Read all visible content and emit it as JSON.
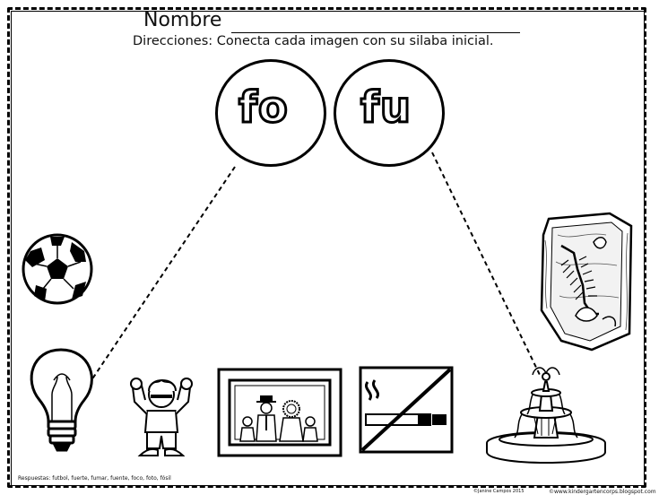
{
  "worksheet": {
    "name_label": "Nombre",
    "directions": "Direcciones: Conecta cada imagen con su silaba inicial.",
    "syllables": [
      "fo",
      "fu"
    ],
    "answers_note": "Respuestas: futbol, fuerte, fumar, fuente, foco, foto, fósil",
    "copyright": "©Janine Campos 2015",
    "blog": "©www.kindergartencorps.blogspot.com"
  },
  "icons": [
    "soccer-ball-icon",
    "light-bulb-icon",
    "strong-boy-icon",
    "family-photo-icon",
    "no-smoking-icon",
    "fountain-icon",
    "fossil-icon"
  ]
}
